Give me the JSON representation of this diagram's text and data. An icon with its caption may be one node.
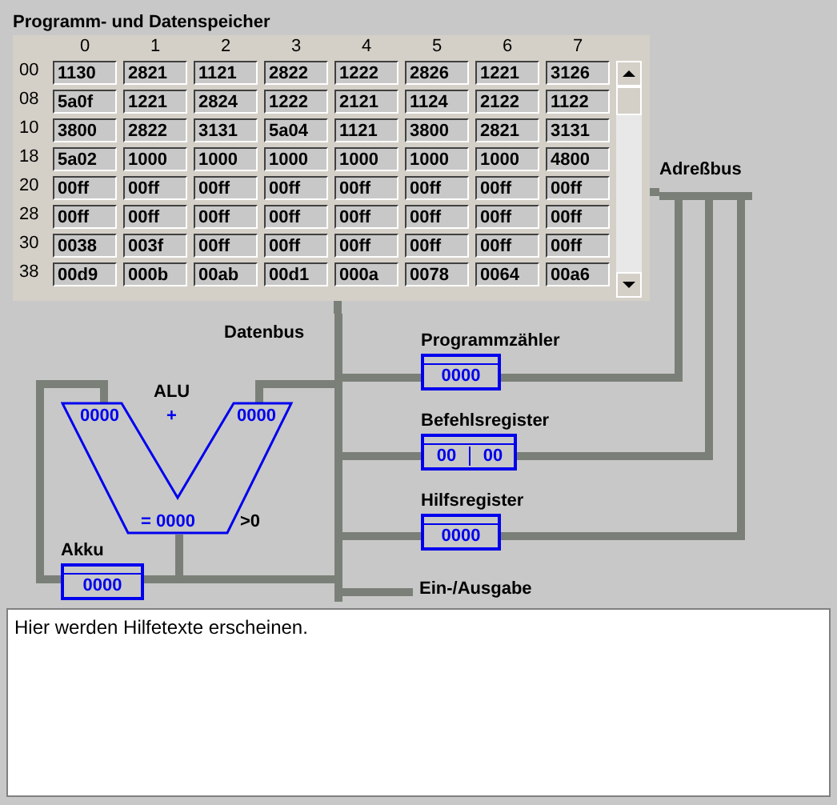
{
  "diagram": {
    "nodes": [
      {
        "text": [
          "Programm- und Datenspeicher"
        ]
      },
      {
        "text": [
          "ALU",
          "0000",
          "+",
          "0000",
          "= 0000"
        ],
        "beside": [
          ">0"
        ]
      },
      {
        "text": [
          "Akku",
          "0000"
        ]
      },
      {
        "text": [
          "Programmzähler",
          "0000"
        ]
      },
      {
        "text": [
          "Befehlsregister",
          "00",
          "00"
        ]
      },
      {
        "text": [
          "Hilfsregister",
          "0000"
        ]
      },
      {
        "text": [
          "Datenbus"
        ]
      },
      {
        "text": [
          "Adreßbus"
        ]
      },
      {
        "text": [
          "Ein-/Ausgabe"
        ]
      },
      {
        "text": [
          "Hier werden Hilfetexte erscheinen."
        ]
      }
    ],
    "edges": [
      {
        "from": 0,
        "to": 6,
        "arrow": "none"
      },
      {
        "from": 0,
        "to": 7,
        "arrow": "none"
      },
      {
        "from": 6,
        "to": 1,
        "arrow": "none"
      },
      {
        "from": 2,
        "to": 1,
        "arrow": "none"
      },
      {
        "from": 2,
        "to": 6,
        "arrow": "none"
      },
      {
        "from": 1,
        "to": 6,
        "arrow": "none"
      },
      {
        "from": 6,
        "to": 3,
        "arrow": "none"
      },
      {
        "from": 6,
        "to": 4,
        "arrow": "none"
      },
      {
        "from": 6,
        "to": 5,
        "arrow": "none"
      },
      {
        "from": 6,
        "to": 8,
        "arrow": "none"
      },
      {
        "from": 3,
        "to": 7,
        "arrow": "none"
      },
      {
        "from": 4,
        "to": 7,
        "arrow": "none"
      },
      {
        "from": 5,
        "to": 7,
        "arrow": "none"
      }
    ],
    "labels": [
      "0",
      "1",
      "2",
      "3",
      "4",
      "5",
      "6",
      "7",
      "00",
      "1130",
      "2821",
      "1121",
      "2822",
      "1222",
      "2826",
      "1221",
      "3126",
      "08",
      "5a0f",
      "1221",
      "2824",
      "1222",
      "2121",
      "1124",
      "2122",
      "1122",
      "10",
      "3800",
      "2822",
      "3131",
      "5a04",
      "1121",
      "3800",
      "2821",
      "3131",
      "18",
      "5a02",
      "1000",
      "1000",
      "1000",
      "1000",
      "1000",
      "1000",
      "4800",
      "20",
      "00ff",
      "00ff",
      "00ff",
      "00ff",
      "00ff",
      "00ff",
      "00ff",
      "00ff",
      "28",
      "00ff",
      "00ff",
      "00ff",
      "00ff",
      "00ff",
      "00ff",
      "00ff",
      "00ff",
      "30",
      "0038",
      "003f",
      "00ff",
      "00ff",
      "00ff",
      "00ff",
      "00ff",
      "00ff",
      "38",
      "00d9",
      "000b",
      "00ab",
      "00d1",
      "000a",
      "0078",
      "0064",
      "00a6"
    ]
  }
}
